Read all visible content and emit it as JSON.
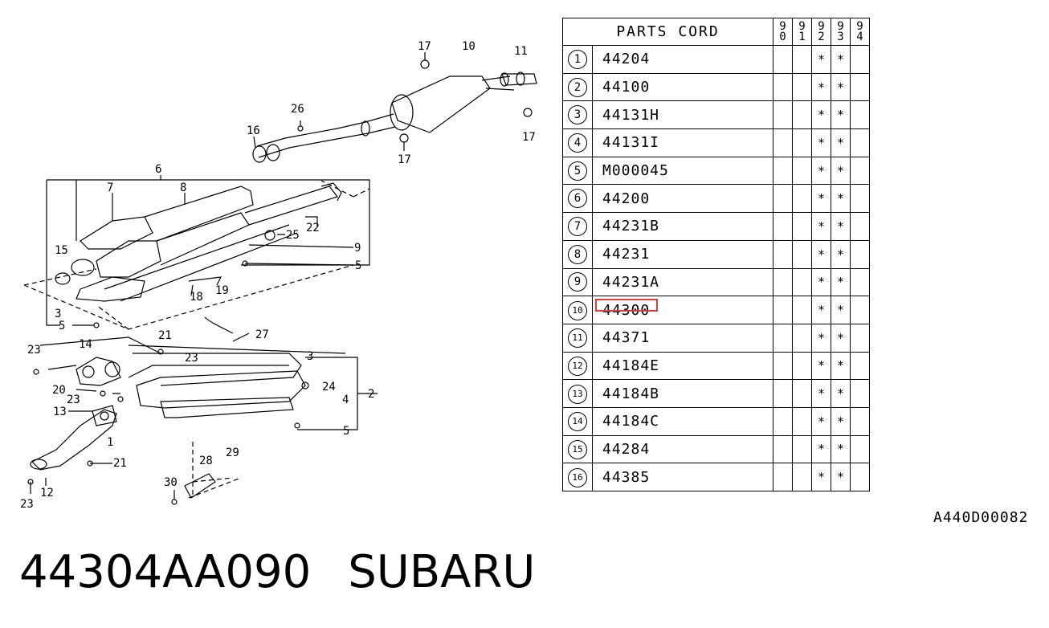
{
  "table": {
    "header_title": "PARTS CORD",
    "years": [
      "90",
      "91",
      "92",
      "93",
      "94"
    ],
    "rows": [
      {
        "num": "1",
        "code": "44204",
        "marks": [
          "",
          "",
          "*",
          "*",
          ""
        ]
      },
      {
        "num": "2",
        "code": "44100",
        "marks": [
          "",
          "",
          "*",
          "*",
          ""
        ]
      },
      {
        "num": "3",
        "code": "44131H",
        "marks": [
          "",
          "",
          "*",
          "*",
          ""
        ]
      },
      {
        "num": "4",
        "code": "44131I",
        "marks": [
          "",
          "",
          "*",
          "*",
          ""
        ]
      },
      {
        "num": "5",
        "code": "M000045",
        "marks": [
          "",
          "",
          "*",
          "*",
          ""
        ]
      },
      {
        "num": "6",
        "code": "44200",
        "marks": [
          "",
          "",
          "*",
          "*",
          ""
        ]
      },
      {
        "num": "7",
        "code": "44231B",
        "marks": [
          "",
          "",
          "*",
          "*",
          ""
        ]
      },
      {
        "num": "8",
        "code": "44231",
        "marks": [
          "",
          "",
          "*",
          "*",
          ""
        ]
      },
      {
        "num": "9",
        "code": "44231A",
        "marks": [
          "",
          "",
          "*",
          "*",
          ""
        ]
      },
      {
        "num": "10",
        "code": "44300",
        "marks": [
          "",
          "",
          "*",
          "*",
          ""
        ]
      },
      {
        "num": "11",
        "code": "44371",
        "marks": [
          "",
          "",
          "*",
          "*",
          ""
        ]
      },
      {
        "num": "12",
        "code": "44184E",
        "marks": [
          "",
          "",
          "*",
          "*",
          ""
        ]
      },
      {
        "num": "13",
        "code": "44184B",
        "marks": [
          "",
          "",
          "*",
          "*",
          ""
        ]
      },
      {
        "num": "14",
        "code": "44184C",
        "marks": [
          "",
          "",
          "*",
          "*",
          ""
        ]
      },
      {
        "num": "15",
        "code": "44284",
        "marks": [
          "",
          "",
          "*",
          "*",
          ""
        ]
      },
      {
        "num": "16",
        "code": "44385",
        "marks": [
          "",
          "",
          "*",
          "*",
          ""
        ]
      }
    ],
    "highlighted_row": "10",
    "highlight_color": "#e23b3b"
  },
  "diagram": {
    "callouts": [
      "1",
      "2",
      "3",
      "4",
      "5",
      "6",
      "7",
      "8",
      "9",
      "10",
      "11",
      "12",
      "13",
      "14",
      "15",
      "16",
      "17",
      "18",
      "19",
      "20",
      "21",
      "22",
      "23",
      "24",
      "25",
      "26",
      "27",
      "28",
      "29",
      "30"
    ]
  },
  "reference_code": "A440D00082",
  "caption": {
    "part_number": "44304AA090",
    "brand": "SUBARU"
  }
}
